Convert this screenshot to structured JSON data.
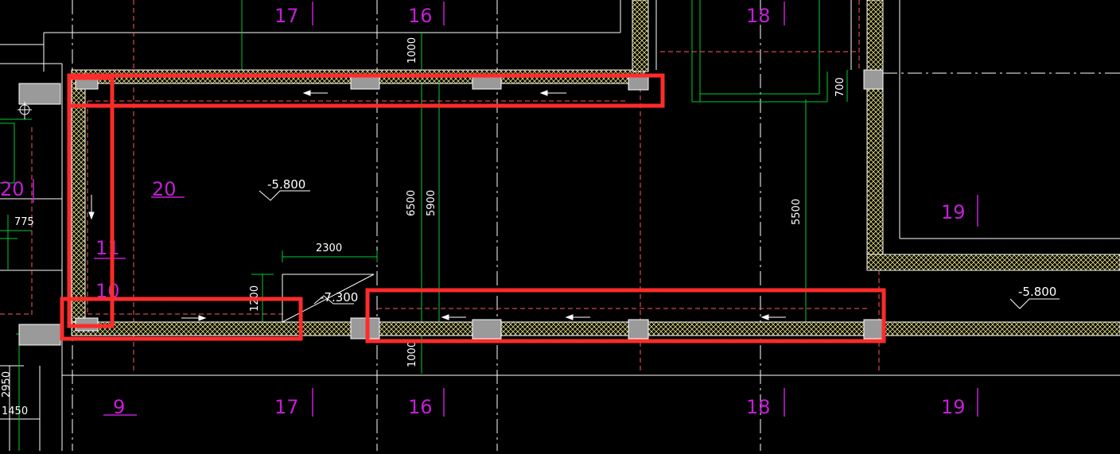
{
  "colors": {
    "background": "#000000",
    "grid_line": "#ffffff",
    "wall_hatch": "#e6e080",
    "wall_edge": "#ffffff",
    "dimension": "#00cc33",
    "dashed_red": "#ff5a5a",
    "axis_label": "#c51dd6",
    "highlight": "#ff2b2b",
    "column": "#9a9a9a"
  },
  "axis_labels_top": [
    "17",
    "16",
    "18"
  ],
  "axis_labels_bottom": [
    "9",
    "17",
    "16",
    "18",
    "19"
  ],
  "axis_labels_side": [
    "20",
    "20",
    "19",
    "11",
    "10"
  ],
  "dimensions": {
    "d1000_top": "1000",
    "d700": "700",
    "d775": "775",
    "d6500": "6500",
    "d5900": "5900",
    "d5500": "5500",
    "d2300": "2300",
    "d1200": "1200",
    "d1000_bottom": "1000",
    "d2950": "2950",
    "d1450": "1450"
  },
  "elevations": {
    "e1": "-5.800",
    "e2": "-7.300",
    "e3": "-5.800"
  },
  "arrows": [
    "flow-arrow-left",
    "flow-arrow-down",
    "flow-arrow-right"
  ]
}
